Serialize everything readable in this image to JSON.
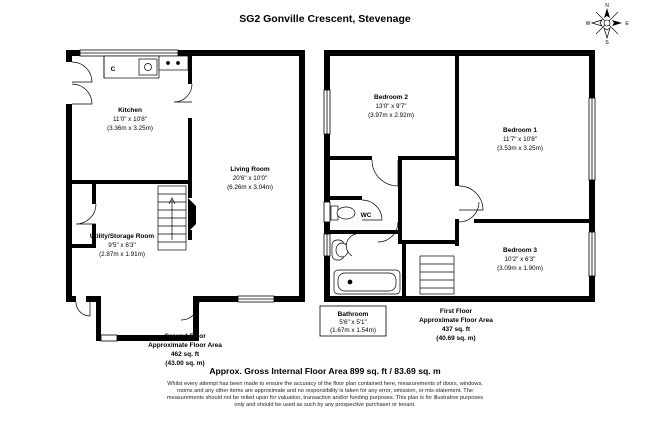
{
  "title": "SG2 Gonville Crescent, Stevenage",
  "compass": {
    "north": "N",
    "south": "S",
    "east": "E",
    "west": "W"
  },
  "ground_floor": {
    "rooms": [
      {
        "name": "Kitchen",
        "imperial": "11'0\" x 10'8\"",
        "metric": "(3.36m x 3.25m)"
      },
      {
        "name": "Living Room",
        "imperial": "20'6\" x 10'0\"",
        "metric": "(6.26m x 3.04m)"
      },
      {
        "name": "Utility/Storage Room",
        "imperial": "9'5\" x 6'3\"",
        "metric": "(2.87m x 1.91m)"
      }
    ],
    "cupboard_label": "C",
    "label": {
      "line1": "Ground Floor",
      "line2": "Approximate Floor Area",
      "sqft": "462 sq. ft",
      "sqm": "(43.00 sq. m)"
    }
  },
  "first_floor": {
    "rooms": [
      {
        "name": "Bedroom 2",
        "imperial": "13'0\" x 9'7\"",
        "metric": "(3.97m x 2.92m)"
      },
      {
        "name": "Bedroom 1",
        "imperial": "11'7\" x 10'8\"",
        "metric": "(3.53m x 3.25m)"
      },
      {
        "name": "Bedroom 3",
        "imperial": "10'2\" x 6'3\"",
        "metric": "(3.09m x 1.90m)"
      },
      {
        "name": "Bathroom",
        "imperial": "5'6\" x 5'1\"",
        "metric": "(1.67m x 1.54m)"
      }
    ],
    "wc_label": "WC",
    "label": {
      "line1": "First Floor",
      "line2": "Approximate Floor Area",
      "sqft": "437 sq. ft",
      "sqm": "(40.69 sq. m)"
    }
  },
  "gross_area": "Approx. Gross Internal Floor Area 899 sq. ft / 83.69 sq. m",
  "disclaimer": [
    "Whilst every attempt has been made to ensure the accuracy of the floor plan contained here, measurements of doors, windows,",
    "rooms and any other items are approximate and no responsibility is taken for any error, omission, or mis-statement. The",
    "measurements should not be relied upon for valuation, transaction and/or funding purposes. This plan is for illustrative purposes",
    "only and should be used as such by any prospective purchaser or tenant."
  ]
}
